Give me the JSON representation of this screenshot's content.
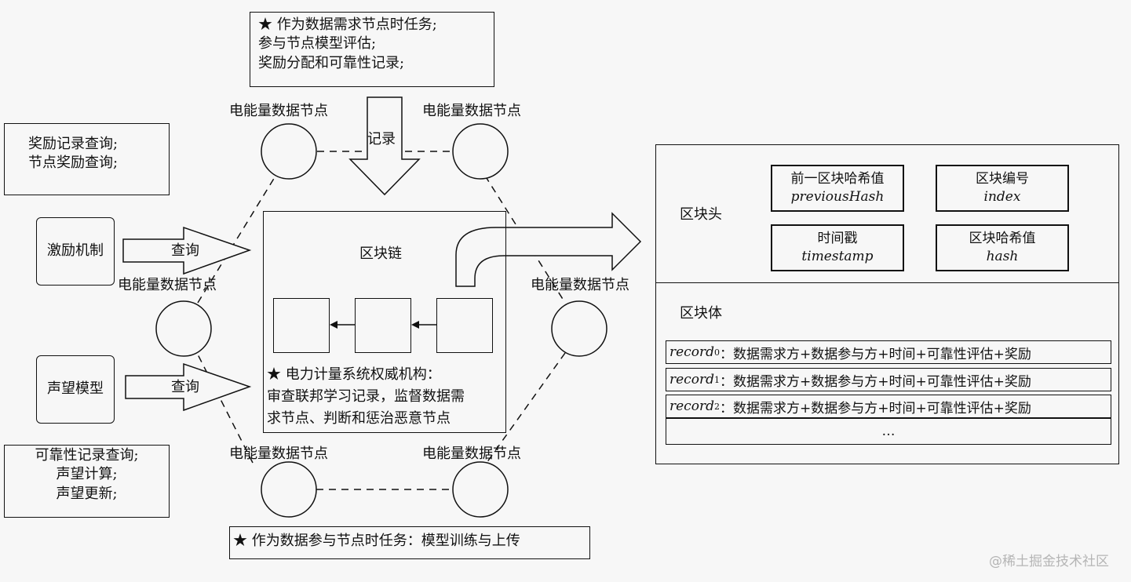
{
  "top_task": {
    "lines": [
      "★ 作为数据需求节点时任务;",
      "参与节点模型评估;",
      "奖励分配和可靠性记录;"
    ]
  },
  "bottom_task": "★ 作为数据参与节点时任务：模型训练与上传",
  "node_label": "电能量数据节点",
  "record_arrow_label": "记录",
  "query_label": "查询",
  "reward_query": [
    "奖励记录查询;",
    "节点奖励查询;"
  ],
  "incentive": "激励机制",
  "reputation_model": "声望模型",
  "reliability_box": [
    "可靠性记录查询;",
    "声望计算;",
    "声望更新;"
  ],
  "blockchain": {
    "title": "区块链",
    "authority": [
      "★ 电力计量系统权威机构：",
      "审查联邦学习记录，监督数据需",
      "求节点、判断和惩治恶意节点"
    ]
  },
  "block": {
    "header_label": "区块头",
    "body_label": "区块体",
    "fields": {
      "prev_cn": "前一区块哈希值",
      "prev_en": "previousHash",
      "index_cn": "区块编号",
      "index_en": "index",
      "time_cn": "时间戳",
      "time_en": "timestamp",
      "hash_cn": "区块哈希值",
      "hash_en": "hash"
    },
    "records": [
      {
        "name": "record",
        "sub": "0",
        "content": "：数据需求方+数据参与方+时间+可靠性评估+奖励"
      },
      {
        "name": "record",
        "sub": "1",
        "content": "：数据需求方+数据参与方+时间+可靠性评估+奖励"
      },
      {
        "name": "record",
        "sub": "2",
        "content": "：数据需求方+数据参与方+时间+可靠性评估+奖励"
      }
    ],
    "ellipsis": "…"
  },
  "watermark": "@稀土掘金技术社区"
}
